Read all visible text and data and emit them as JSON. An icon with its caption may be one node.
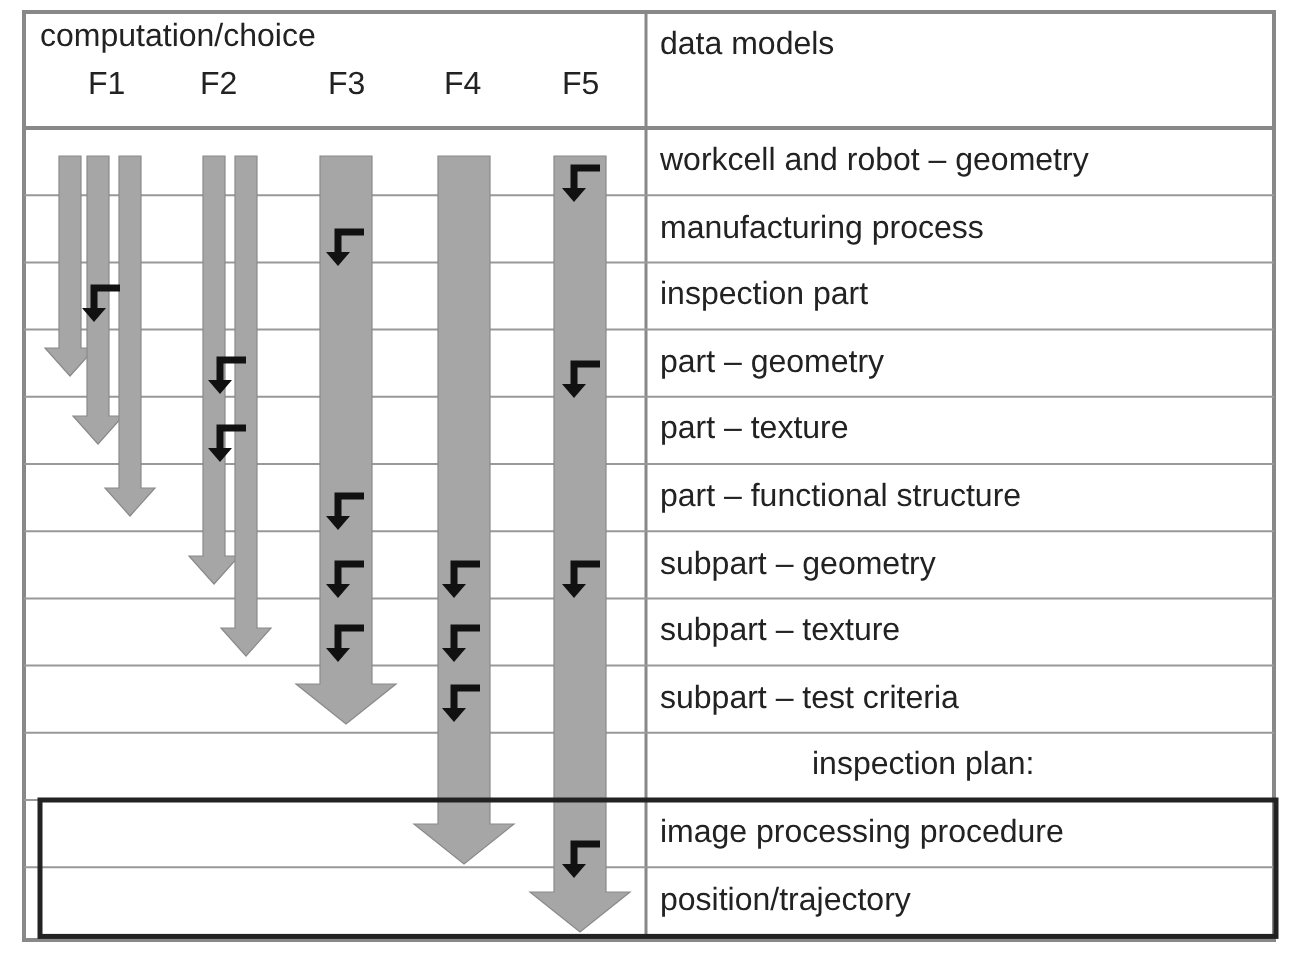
{
  "diagram": {
    "labels": [
      "computation/choice",
      "F1",
      "F2",
      "F3",
      "F4",
      "F5",
      "data models",
      "workcell and robot – geometry",
      "manufacturing process",
      "inspection part",
      "part – geometry",
      "part – texture",
      "part – functional structure",
      "subpart – geometry",
      "subpart – texture",
      "subpart – test criteria",
      "inspection plan:",
      "image processing procedure",
      "position/trajectory"
    ]
  }
}
